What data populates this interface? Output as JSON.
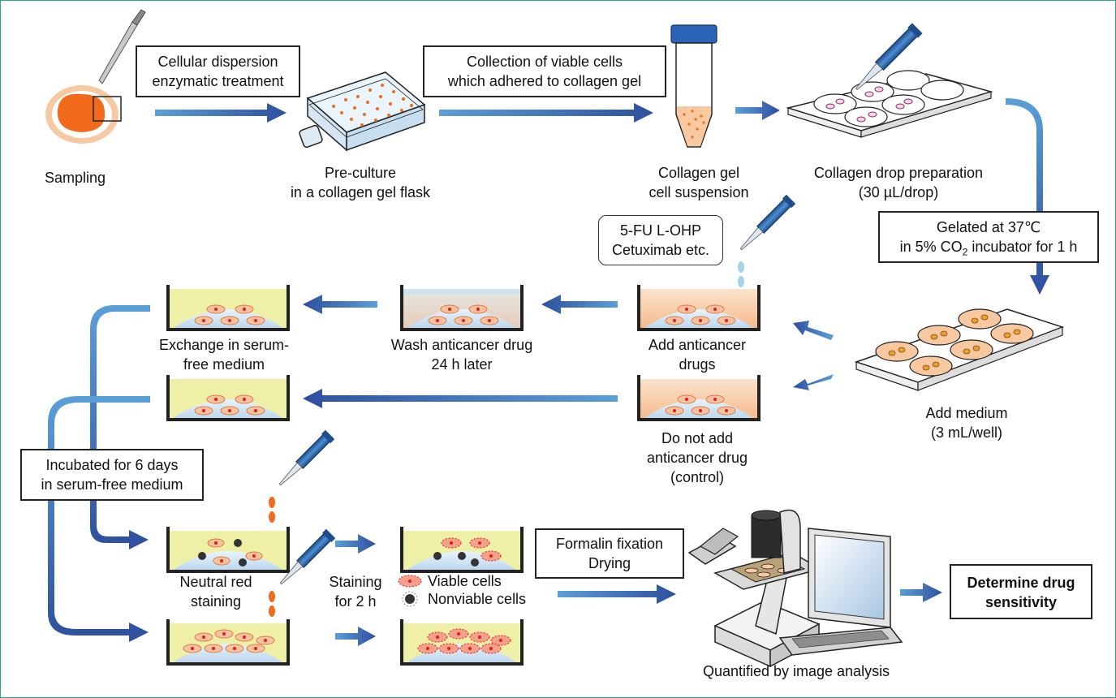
{
  "labels": {
    "sampling": "Sampling",
    "preculture": [
      "Pre-culture",
      "in a collagen gel flask"
    ],
    "collagen_suspension": [
      "Collagen gel",
      "cell suspension"
    ],
    "drop_prep": [
      "Collagen drop preparation",
      "(30 µL/drop)"
    ],
    "add_medium": [
      "Add medium",
      "(3 mL/well)"
    ],
    "add_drugs": [
      "Add anticancer",
      "drugs"
    ],
    "wash_drug": [
      "Wash anticancer drug",
      "24 h later"
    ],
    "exchange": [
      "Exchange in serum-",
      "free medium"
    ],
    "control": [
      "Do not add",
      "anticancer drug",
      "(control)"
    ],
    "neutral_red": [
      "Neutral red",
      "staining"
    ],
    "staining": [
      "Staining",
      "for 2 h"
    ],
    "quantified": "Quantified by image analysis"
  },
  "boxes": {
    "dispersion": [
      "Cellular dispersion",
      "enzymatic treatment"
    ],
    "collection": [
      "Collection of viable cells",
      "which adhered to collagen gel"
    ],
    "gelated_line1": "Gelated at 37℃",
    "gelated_line2_pre": "in 5% CO",
    "gelated_line2_sub": "2",
    "gelated_line2_post": " incubator for 1 h",
    "incubated": [
      "Incubated for 6 days",
      "in serum-free medium"
    ],
    "formalin": [
      "Formalin fixation",
      "Drying"
    ],
    "determine": [
      "Determine drug",
      "sensitivity"
    ]
  },
  "drugs_bubble": [
    "5-FU L-OHP",
    "Cetuximab etc."
  ],
  "legend": {
    "viable": "Viable cells",
    "nonviable": "Nonviable cells"
  },
  "colors": {
    "arrow_dark": "#2e4f9e",
    "arrow_light": "#5a9fd8",
    "tumor": "#f26a1b",
    "tumor_ring": "#f7c9a3",
    "medium_yellow": "#eef0a8",
    "medium_orange": "#f8c9a0",
    "dome": "#cfe4f4",
    "frame": "#27a48a"
  }
}
